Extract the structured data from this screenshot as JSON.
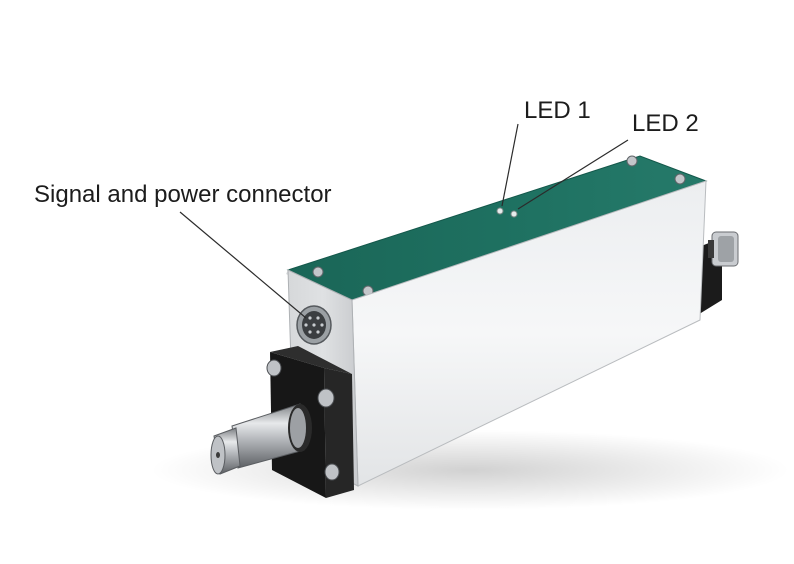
{
  "labels": {
    "connector": "Signal and power connector",
    "led1": "LED 1",
    "led2": "LED 2"
  },
  "colors": {
    "pcb_green": "#1f6f60",
    "aluminum": "#cfd2d5",
    "mount_block": "#161616",
    "shaft_steel": "#b9bcc0",
    "leader_line": "#2b2b2b"
  },
  "icons": {
    "connector": "circular-connector-icon",
    "led": "led-indicator-icon"
  }
}
